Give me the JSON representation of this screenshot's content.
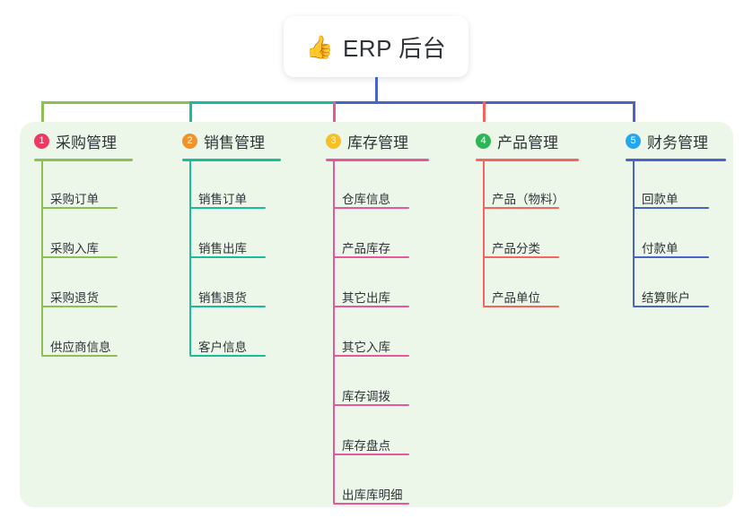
{
  "root": {
    "icon": "thumbs-up-icon",
    "emoji": "👍",
    "title": "ERP 后台"
  },
  "palette": {
    "panel_bg": "#edf7e9",
    "text": "#2f3338",
    "col1_line": "#8cc152",
    "col2_line": "#1abc9c",
    "col3_line": "#e8579e",
    "col4_line": "#f4655f",
    "col5_line": "#4a63c8",
    "badge1": "#ec3b62",
    "badge2": "#f0932b",
    "badge3": "#f6c026",
    "badge4": "#2fb457",
    "badge5": "#22a7f0"
  },
  "columns": [
    {
      "number": "1",
      "title": "采购管理",
      "badge_color": "#ec3b62",
      "line_color": "#8cc152",
      "items": [
        "采购订单",
        "采购入库",
        "采购退货",
        "供应商信息"
      ]
    },
    {
      "number": "2",
      "title": "销售管理",
      "badge_color": "#f0932b",
      "line_color": "#1abc9c",
      "items": [
        "销售订单",
        "销售出库",
        "销售退货",
        "客户信息"
      ]
    },
    {
      "number": "3",
      "title": "库存管理",
      "badge_color": "#f6c026",
      "line_color": "#e8579e",
      "items": [
        "仓库信息",
        "产品库存",
        "其它出库",
        "其它入库",
        "库存调拨",
        "库存盘点",
        "出库库明细"
      ]
    },
    {
      "number": "4",
      "title": "产品管理",
      "badge_color": "#2fb457",
      "line_color": "#f4655f",
      "items": [
        "产品（物料）",
        "产品分类",
        "产品单位"
      ]
    },
    {
      "number": "5",
      "title": "财务管理",
      "badge_color": "#22a7f0",
      "line_color": "#4a63c8",
      "items": [
        "回款单",
        "付款单",
        "结算账户"
      ]
    }
  ]
}
